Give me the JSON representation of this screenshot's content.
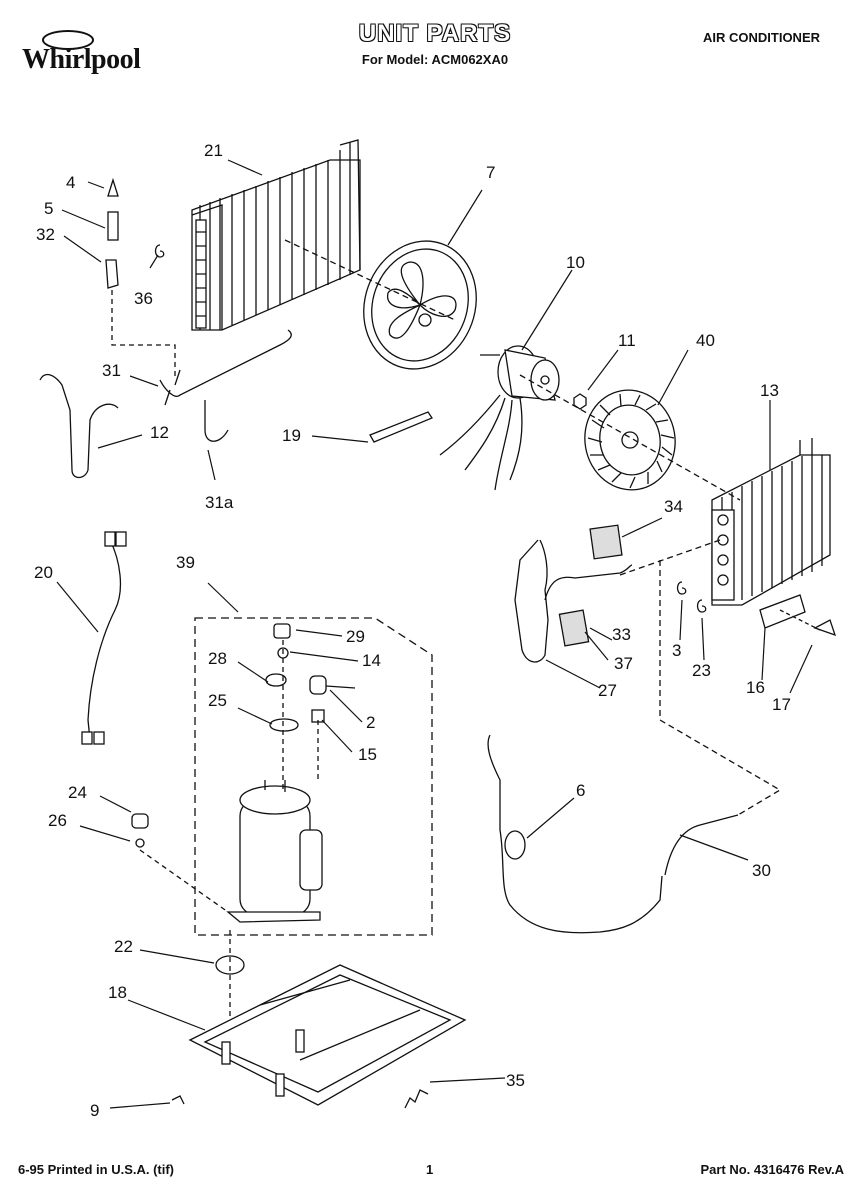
{
  "header": {
    "brand": "Whirlpool",
    "brand_badge": "",
    "title": "UNIT PARTS",
    "model_line": "For Model: ACM062XA0",
    "category": "AIR CONDITIONER"
  },
  "footer": {
    "left": "6-95 Printed in U.S.A. (tif)",
    "page": "1",
    "part_no": "Part No. 4316476 Rev.A"
  },
  "callouts": {
    "c21": "21",
    "c4": "4",
    "c5": "5",
    "c32": "32",
    "c36": "36",
    "c7": "7",
    "c10": "10",
    "c11": "11",
    "c40": "40",
    "c31": "31",
    "c12": "12",
    "c19": "19",
    "c31a": "31a",
    "c13": "13",
    "c34": "34",
    "c20": "20",
    "c39": "39",
    "c29": "29",
    "c14": "14",
    "c28": "28",
    "c2": "2",
    "c25": "25",
    "c15": "15",
    "c33": "33",
    "c37": "37",
    "c3": "3",
    "c23": "23",
    "c16": "16",
    "c17": "17",
    "c27": "27",
    "c6": "6",
    "c30": "30",
    "c24": "24",
    "c26": "26",
    "c22": "22",
    "c18": "18",
    "c35": "35",
    "c9": "9"
  }
}
